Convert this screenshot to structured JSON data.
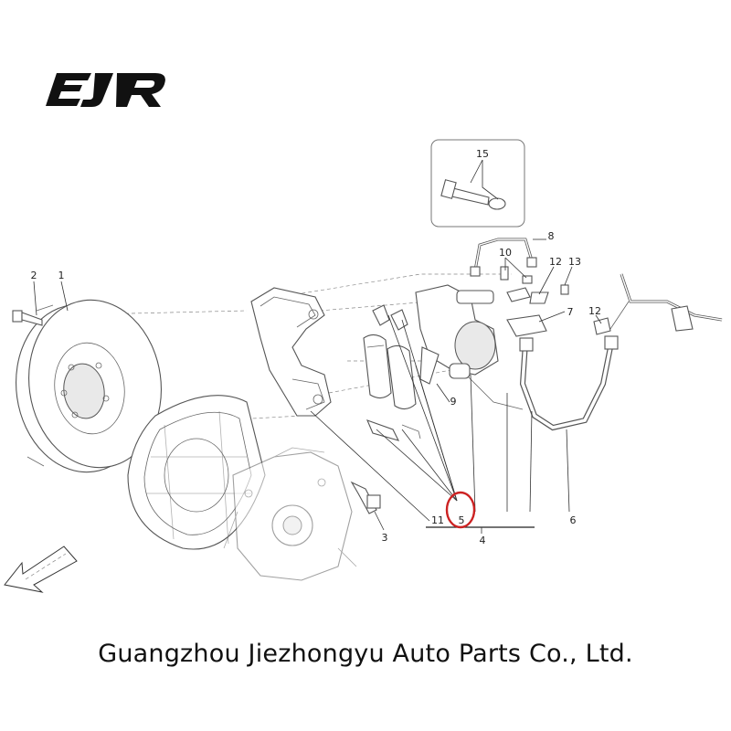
{
  "logo": {
    "text": "EJR",
    "color": "#111111"
  },
  "caption": "Guangzhou Jiezhongyu Auto Parts Co., Ltd.",
  "callouts": {
    "c1": "1",
    "c2": "2",
    "c3": "3",
    "c4": "4",
    "c5": "5",
    "c6": "6",
    "c7": "7",
    "c8": "8",
    "c9": "9",
    "c10": "10",
    "c11": "11",
    "c12a": "12",
    "c12b": "12",
    "c13": "13",
    "c15": "15"
  },
  "highlight": {
    "target": "5",
    "color": "#cc2222"
  }
}
